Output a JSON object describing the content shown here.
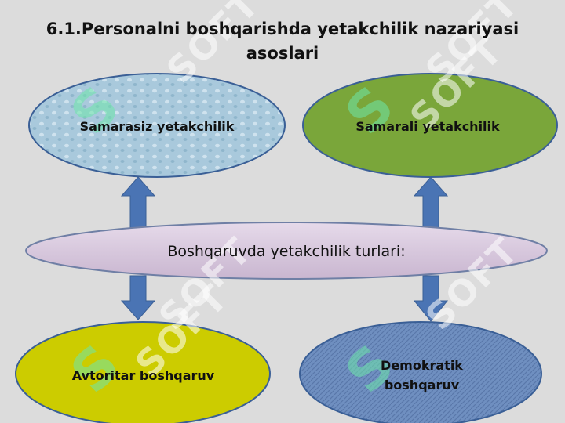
{
  "title": "6.1.Personalni boshqarishda yetakchilik nazariyasi asoslari",
  "nodes": {
    "top_left": "Samarasiz yetakchilik",
    "top_right": "Samarali yetakchilik",
    "center": "Boshqaruvda yetakchilik turlari:",
    "bottom_left": "Avtoritar boshqaruv",
    "bottom_right": "Demokratik boshqaruv"
  },
  "watermark": "SOFT",
  "colors": {
    "background": "#dcdcdc",
    "top_left_fill": "#a9c9dc",
    "top_right_fill": "#7aa63a",
    "center_fill": "#d8c8dc",
    "bottom_left_fill": "#cccc00",
    "bottom_right_fill": "#6f8fc0",
    "arrow": "#4a74b4"
  }
}
